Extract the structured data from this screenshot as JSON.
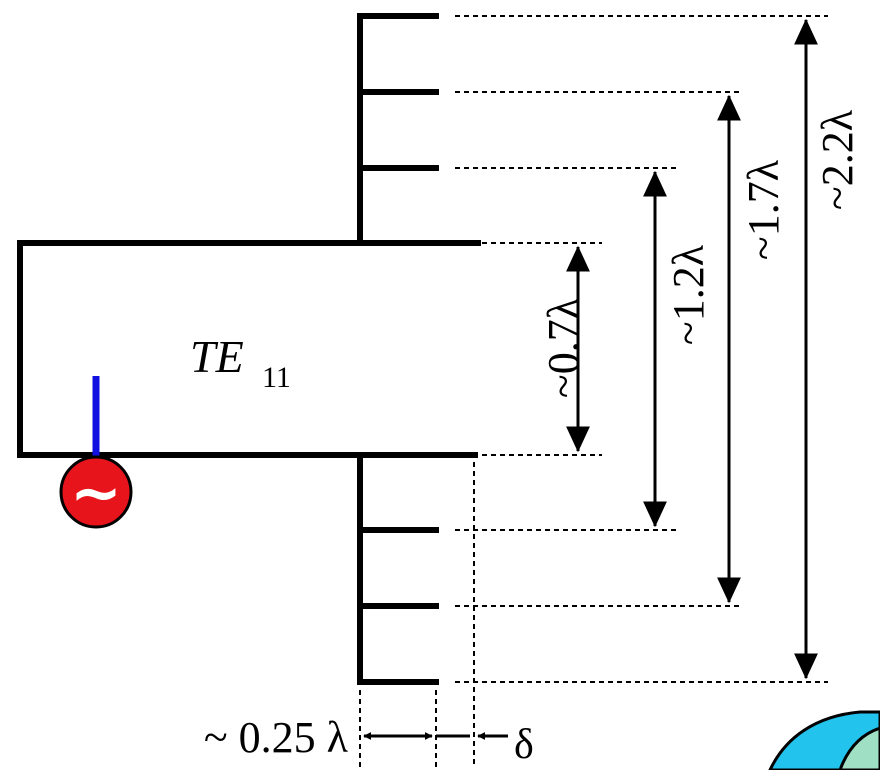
{
  "mode_label": {
    "base": "TE",
    "subscript": "11"
  },
  "source": {
    "glyph": "~",
    "color": "#e8141b",
    "probe_color": "#1010e0"
  },
  "dimensions": {
    "d1": "~0.7λ",
    "d2": "~1.2λ",
    "d3": "~1.7λ",
    "d4": "~2.2λ",
    "corrugation_depth": "~ 0.25 λ",
    "gap": "δ"
  },
  "colors": {
    "line": "#000000",
    "accent_cyan": "#22c4ee",
    "accent_teal": "#9fe0c4"
  }
}
